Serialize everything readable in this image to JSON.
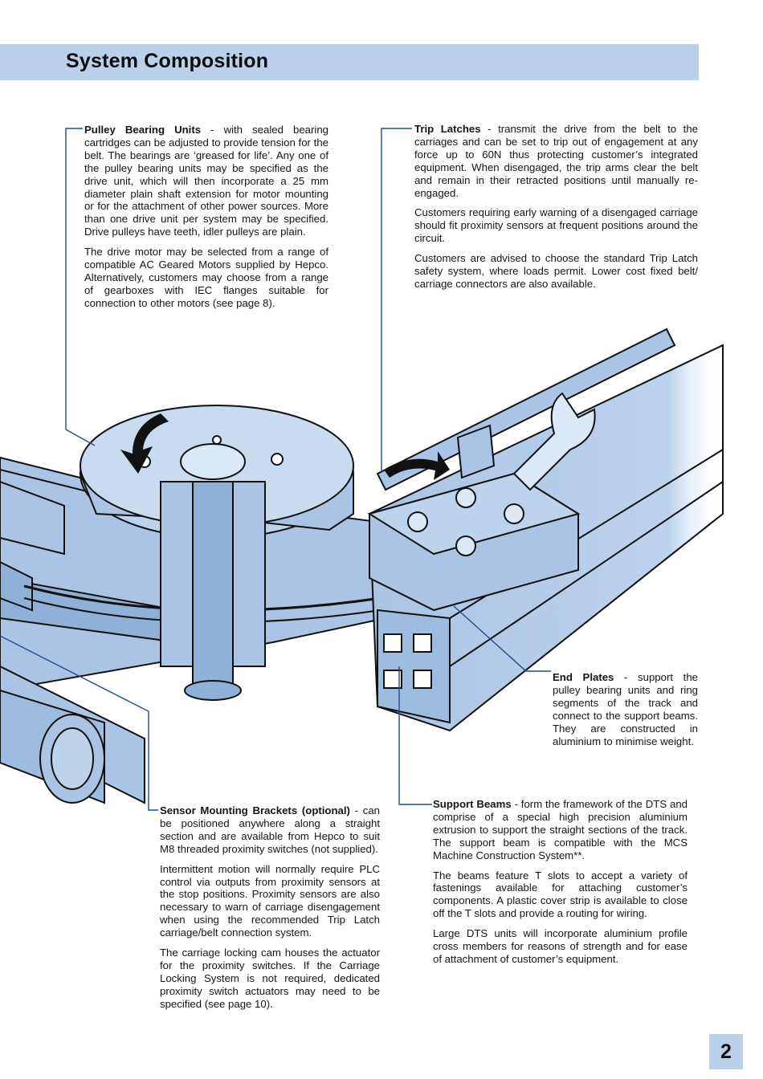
{
  "header": {
    "title": "System Composition"
  },
  "pulley": {
    "title": "Pulley Bearing Units",
    "intro": " - with sealed bearing cartridges can be adjusted to provide tension for the belt. The bearings are ‘greased for life’. Any one of the pulley bearing units may be specified as the drive unit, which will then incorporate a 25 mm diameter plain shaft extension for motor mounting or for the attachment of other power sources. More than one drive unit per system may be specified. Drive pulleys have teeth, idler pulleys are plain.",
    "p2": "The drive motor may be selected from a range of compatible AC Geared Motors supplied by Hepco. Alternatively, customers may choose from a range of gearboxes with IEC flanges suitable for connection to other motors (see page 8)."
  },
  "trip": {
    "title": "Trip Latches",
    "intro": " - transmit the drive from the belt to the carriages and can be set to trip out of engagement at any force up to 60N thus protecting customer’s integrated equipment. When disengaged, the trip arms clear the belt and remain in their retracted positions until manually re-engaged.",
    "p2": "Customers requiring early warning of a disengaged carriage should fit proximity sensors at frequent positions around the circuit.",
    "p3": "Customers are advised to choose the standard Trip Latch safety system, where loads permit. Lower cost fixed belt/ carriage connectors are also available."
  },
  "endplates": {
    "title": "End Plates",
    "intro": " - support the pulley bearing units and ring segments of the track and connect to the support beams. They are constructed in aluminium to minimise weight."
  },
  "sensor": {
    "title": "Sensor Mounting Brackets (optional)",
    "intro": " - can be positioned anywhere along a straight section and are available from Hepco to suit M8 threaded proximity switches (not supplied).",
    "p2": "Intermittent motion will normally require PLC control via outputs from proximity sensors at the stop positions. Proximity sensors are also necessary to warn of carriage disengagement when using the recommended Trip Latch carriage/belt connection system.",
    "p3": "The carriage locking cam houses the actuator for the proximity switches. If the Carriage Locking System is not required, dedicated proximity switch actuators may need to be specified (see page 10)."
  },
  "support": {
    "title": "Support Beams",
    "intro": " - form the framework of the DTS and comprise of a special high precision aluminium extrusion to support the straight sections of the track. The support beam is compatible with the MCS Machine Construction System**.",
    "p2": "The beams feature T slots to accept a variety of fastenings available for attaching customer’s components. A plastic cover strip is available to close off the T slots and provide a routing for wiring.",
    "p3": "Large DTS units will incorporate aluminium profile cross members for reasons of strength and for ease of attachment of customer’s equipment."
  },
  "page_number": "2",
  "colors": {
    "accent": "#b9d1ea",
    "leader": "#1f4e8c",
    "illustration": "#a9c4e4"
  }
}
